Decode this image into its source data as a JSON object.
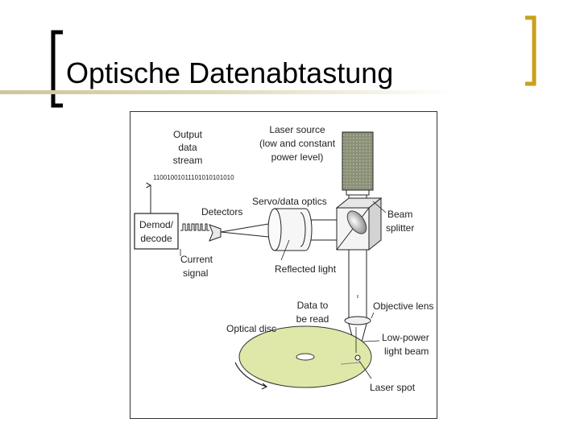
{
  "slide": {
    "title": "Optische Datenabtastung",
    "colors": {
      "bracket": "#000000",
      "accent_bracket": "#c8a21a",
      "rule": "#cfc69a",
      "disc": "#dfe8a8"
    }
  },
  "diagram": {
    "labels": {
      "output_1": "Output",
      "output_2": "data",
      "output_3": "stream",
      "bitstream": "11001001011101010101010",
      "laser_1": "Laser source",
      "laser_2": "(low and constant",
      "laser_3": "power level)",
      "demod_1": "Demod/",
      "demod_2": "decode",
      "detectors": "Detectors",
      "servo": "Servo/data optics",
      "beam_1": "Beam",
      "beam_2": "splitter",
      "current_1": "Current",
      "current_2": "signal",
      "reflected": "Reflected light",
      "data_read_1": "Data to",
      "data_read_2": "be read",
      "objective": "Objective lens",
      "optical_disc": "Optical disc",
      "low_power_1": "Low-power",
      "low_power_2": "light beam",
      "laser_spot": "Laser spot"
    }
  }
}
